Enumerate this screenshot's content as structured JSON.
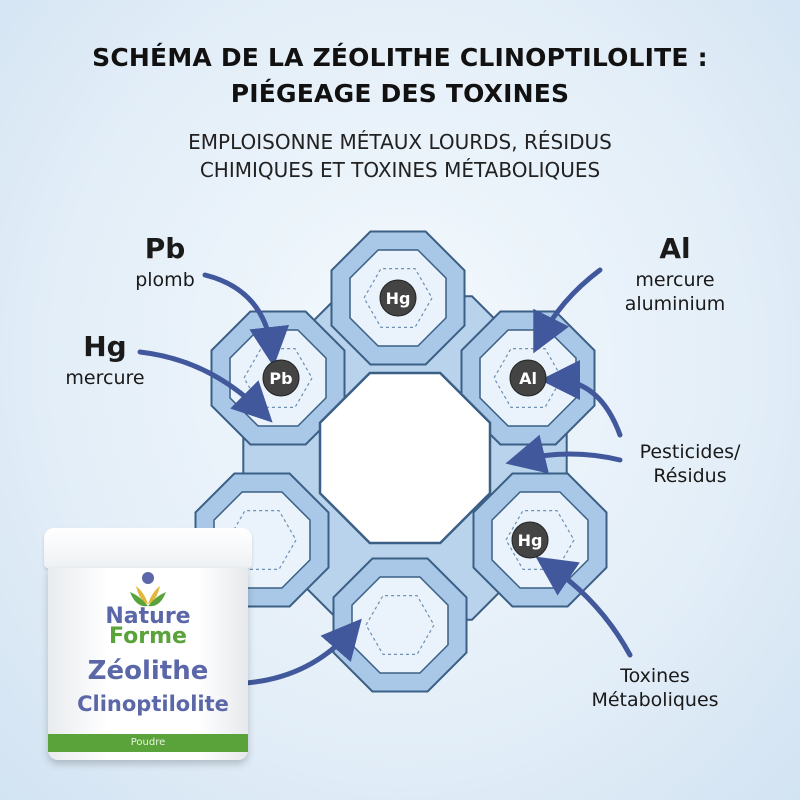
{
  "title": {
    "line1": "SCHÉMA DE LA ZÉOLITHE CLINOPTILOLITE :",
    "line2": "PIÉGEAGE DES TOXINES"
  },
  "subtitle": {
    "line1": "EMPLOISONNE MÉTAUX LOURDS, RÉSIDUS",
    "line2": "CHIMIQUES ET TOXINES MÉTABOLIQUES"
  },
  "labels": {
    "pb": {
      "symbol": "Pb",
      "name": "plomb"
    },
    "hg": {
      "symbol": "Hg",
      "name": "mercure"
    },
    "al": {
      "symbol": "Al",
      "line1": "mercure",
      "line2": "aluminium"
    },
    "pesticides": {
      "line1": "Pesticides/",
      "line2": "Résidus"
    },
    "toxines": {
      "line1": "Toxines",
      "line2": "Métaboliques"
    }
  },
  "ions": {
    "top": "Hg",
    "pb": "Pb",
    "al": "Al",
    "bottom_right": "Hg"
  },
  "product": {
    "brand1": "Nature",
    "brand2": "Forme",
    "name1": "Zéolithe",
    "name2": "Clinoptilolite",
    "band": "Poudre"
  },
  "colors": {
    "cage": "#b9d3ec",
    "stroke": "#3b5f85",
    "arrow": "#41589c",
    "green": "#5aa33a"
  }
}
